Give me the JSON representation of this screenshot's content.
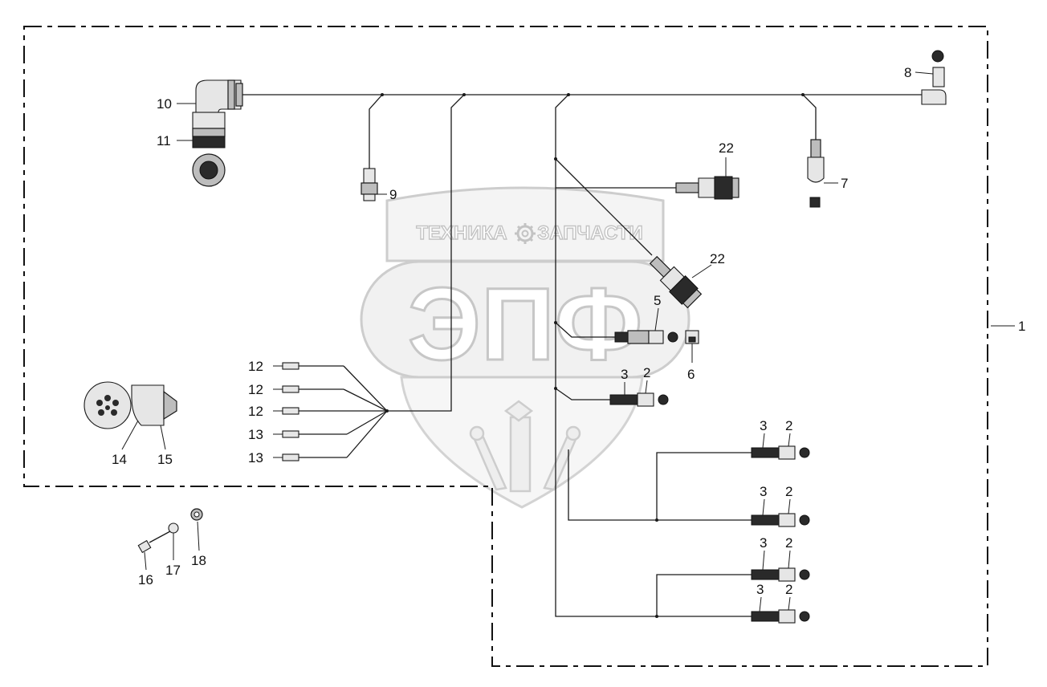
{
  "watermark": {
    "top_text_left": "ТЕХНИКА",
    "top_text_right": "ЗАПЧАСТИ",
    "big_text": "ЭПФ",
    "gear_icon": "gear-icon"
  },
  "callouts": {
    "c1": "1",
    "c2a": "2",
    "c2b": "2",
    "c2c": "2",
    "c2d": "2",
    "c2e": "2",
    "c3a": "3",
    "c3b": "3",
    "c3c": "3",
    "c3d": "3",
    "c3e": "3",
    "c5": "5",
    "c6": "6",
    "c7": "7",
    "c8": "8",
    "c9": "9",
    "c10": "10",
    "c11": "11",
    "c12a": "12",
    "c12b": "12",
    "c12c": "12",
    "c13a": "13",
    "c13b": "13",
    "c14": "14",
    "c15": "15",
    "c16": "16",
    "c17": "17",
    "c18": "18",
    "c22a": "22",
    "c22b": "22"
  },
  "colors": {
    "line": "#1a1a1a",
    "watermark": "#c8c8c8",
    "watermark_fill": "#f1f1f1"
  }
}
